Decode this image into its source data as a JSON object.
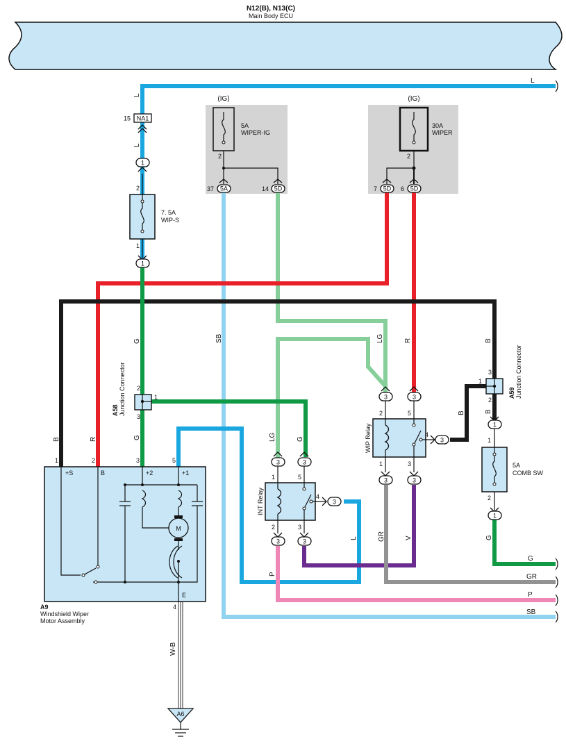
{
  "header": {
    "title": "N12(B), N13(C)",
    "subtitle": "Main Body ECU"
  },
  "colors": {
    "L": "#1aa7e0",
    "SB": "#8fd3f1",
    "LG": "#86cf9a",
    "G": "#109a45",
    "R": "#e8202a",
    "B": "#1a1a1a",
    "GR": "#929292",
    "V": "#6a2d8f",
    "P": "#ee86b6",
    "WB": "#555555",
    "box": "#c8e6f6",
    "gray": "#d4d4d4"
  },
  "fuses": {
    "wiper_ig": {
      "state": "(IG)",
      "rating": "5A",
      "name": "WIPER-IG",
      "pin": "2"
    },
    "wiper": {
      "state": "(IG)",
      "rating": "30A",
      "name": "WIPER",
      "pin": "2"
    },
    "wip_s": {
      "rating": "7. 5A",
      "name": "WIP-S",
      "pin_top": "2",
      "pin_bottom": "1"
    },
    "comb_sw": {
      "rating": "5A",
      "name": "COMB SW",
      "pin_top": "1",
      "pin_bottom": "2"
    }
  },
  "connectors": {
    "na1": {
      "pin": "15",
      "name": "NA1"
    },
    "c1a": "1",
    "c1b": "1",
    "c5a": {
      "pin": "37",
      "name": "5A"
    },
    "c5d14": {
      "pin": "14",
      "name": "5D"
    },
    "c5d7": {
      "pin": "7",
      "name": "5D"
    },
    "c5d6": {
      "pin": "6",
      "name": "5D"
    },
    "three": "3"
  },
  "junctions": {
    "a58": {
      "code": "A58",
      "name": "Junction Connector",
      "pin_top": "2",
      "pin_right": "1",
      "pin_bottom": "3"
    },
    "a59": {
      "code": "A59",
      "name": "Junction Connector",
      "pin_top": "3",
      "pin_left": "1",
      "pin_bottom": "2"
    }
  },
  "relays": {
    "int": {
      "name": "INT Relay",
      "p1": "1",
      "p5": "5",
      "p2": "2",
      "p3": "3",
      "p4": "4"
    },
    "wip": {
      "name": "WIP Relay",
      "p2": "2",
      "p5": "5",
      "p1": "1",
      "p3": "3",
      "p4": "4"
    }
  },
  "motor": {
    "code": "A9",
    "name1": "Windshield Wiper",
    "name2": "Motor Assembly",
    "t_s": "+S",
    "t_b": "B",
    "t_2": "+2",
    "t_1": "+1",
    "t_e": "E",
    "m": "M",
    "pin1": "1",
    "pin2": "2",
    "pin3": "3",
    "pin5": "5",
    "pin4": "4"
  },
  "ground": {
    "name": "A6"
  },
  "wires": {
    "l_top": "L",
    "l_v1": "L",
    "l_v2": "L",
    "sb": "SB",
    "lg_1": "LG",
    "lg_2": "LG",
    "r": "R",
    "b_right": "B",
    "b_right2": "B",
    "b_left": "B",
    "b_wip": "B",
    "r_left": "R",
    "g_1": "G",
    "g_2": "G",
    "g_int": "G",
    "g_comb": "G",
    "l_int": "L",
    "gr": "GR",
    "v": "V",
    "p_left": "P",
    "wb": "W-B"
  },
  "edge_labels": {
    "g": "G",
    "gr": "GR",
    "p": "P",
    "sb": "SB"
  }
}
